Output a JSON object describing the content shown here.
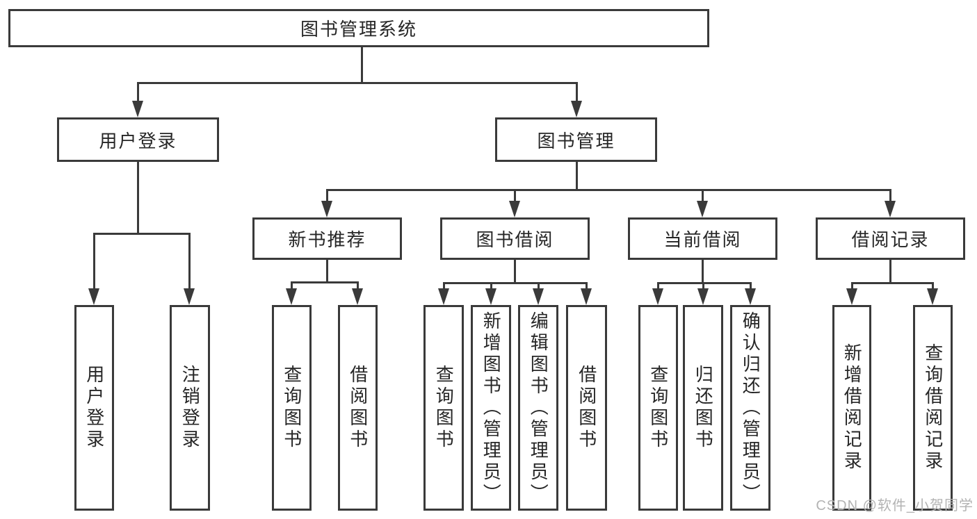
{
  "diagram": {
    "nodes": {
      "root": "图书管理系统",
      "user_login": "用户登录",
      "book_mgmt": "图书管理",
      "new_books": "新书推荐",
      "book_borrow": "图书借阅",
      "current_borrow": "当前借阅",
      "borrow_records": "借阅记录"
    },
    "leaves": {
      "user_login": [
        "用户登录",
        "注销登录"
      ],
      "new_books": [
        "查询图书",
        "借阅图书"
      ],
      "book_borrow": [
        "查询图书",
        "新增图书（管理员）",
        "编辑图书（管理员）",
        "借阅图书"
      ],
      "current_borrow": [
        "查询图书",
        "归还图书",
        "确认归还（管理员）"
      ],
      "borrow_records": [
        "新增借阅记录",
        "查询借阅记录"
      ]
    },
    "watermark": "CSDN @软件_小贺同学",
    "colors": {
      "line": "#3a3a3a",
      "text": "#262626",
      "watermark": "#b3b3b3",
      "background": "#ffffff"
    }
  }
}
